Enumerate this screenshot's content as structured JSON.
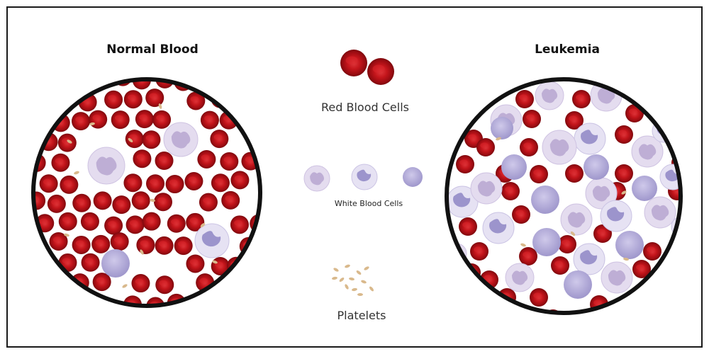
{
  "panels": {
    "normal": {
      "title": "Normal Blood"
    },
    "leukemia": {
      "title": "Leukemia"
    }
  },
  "legend": {
    "red_blood_cells": "Red Blood Cells",
    "white_blood_cells": "White Blood Cells",
    "platelets": "Platelets"
  },
  "colors": {
    "rbc": "#b00f16",
    "rbc_center": "#d8262c",
    "wbc_fill": "#e4dcef",
    "wbc_nucleus": "#b9a9d2",
    "lymphocyte": "#b7b1dc",
    "platelet": "#d9b98c",
    "outline": "#111111"
  },
  "icons": [
    "red-blood-cell-icon",
    "white-blood-cell-icon",
    "platelet-icon"
  ]
}
